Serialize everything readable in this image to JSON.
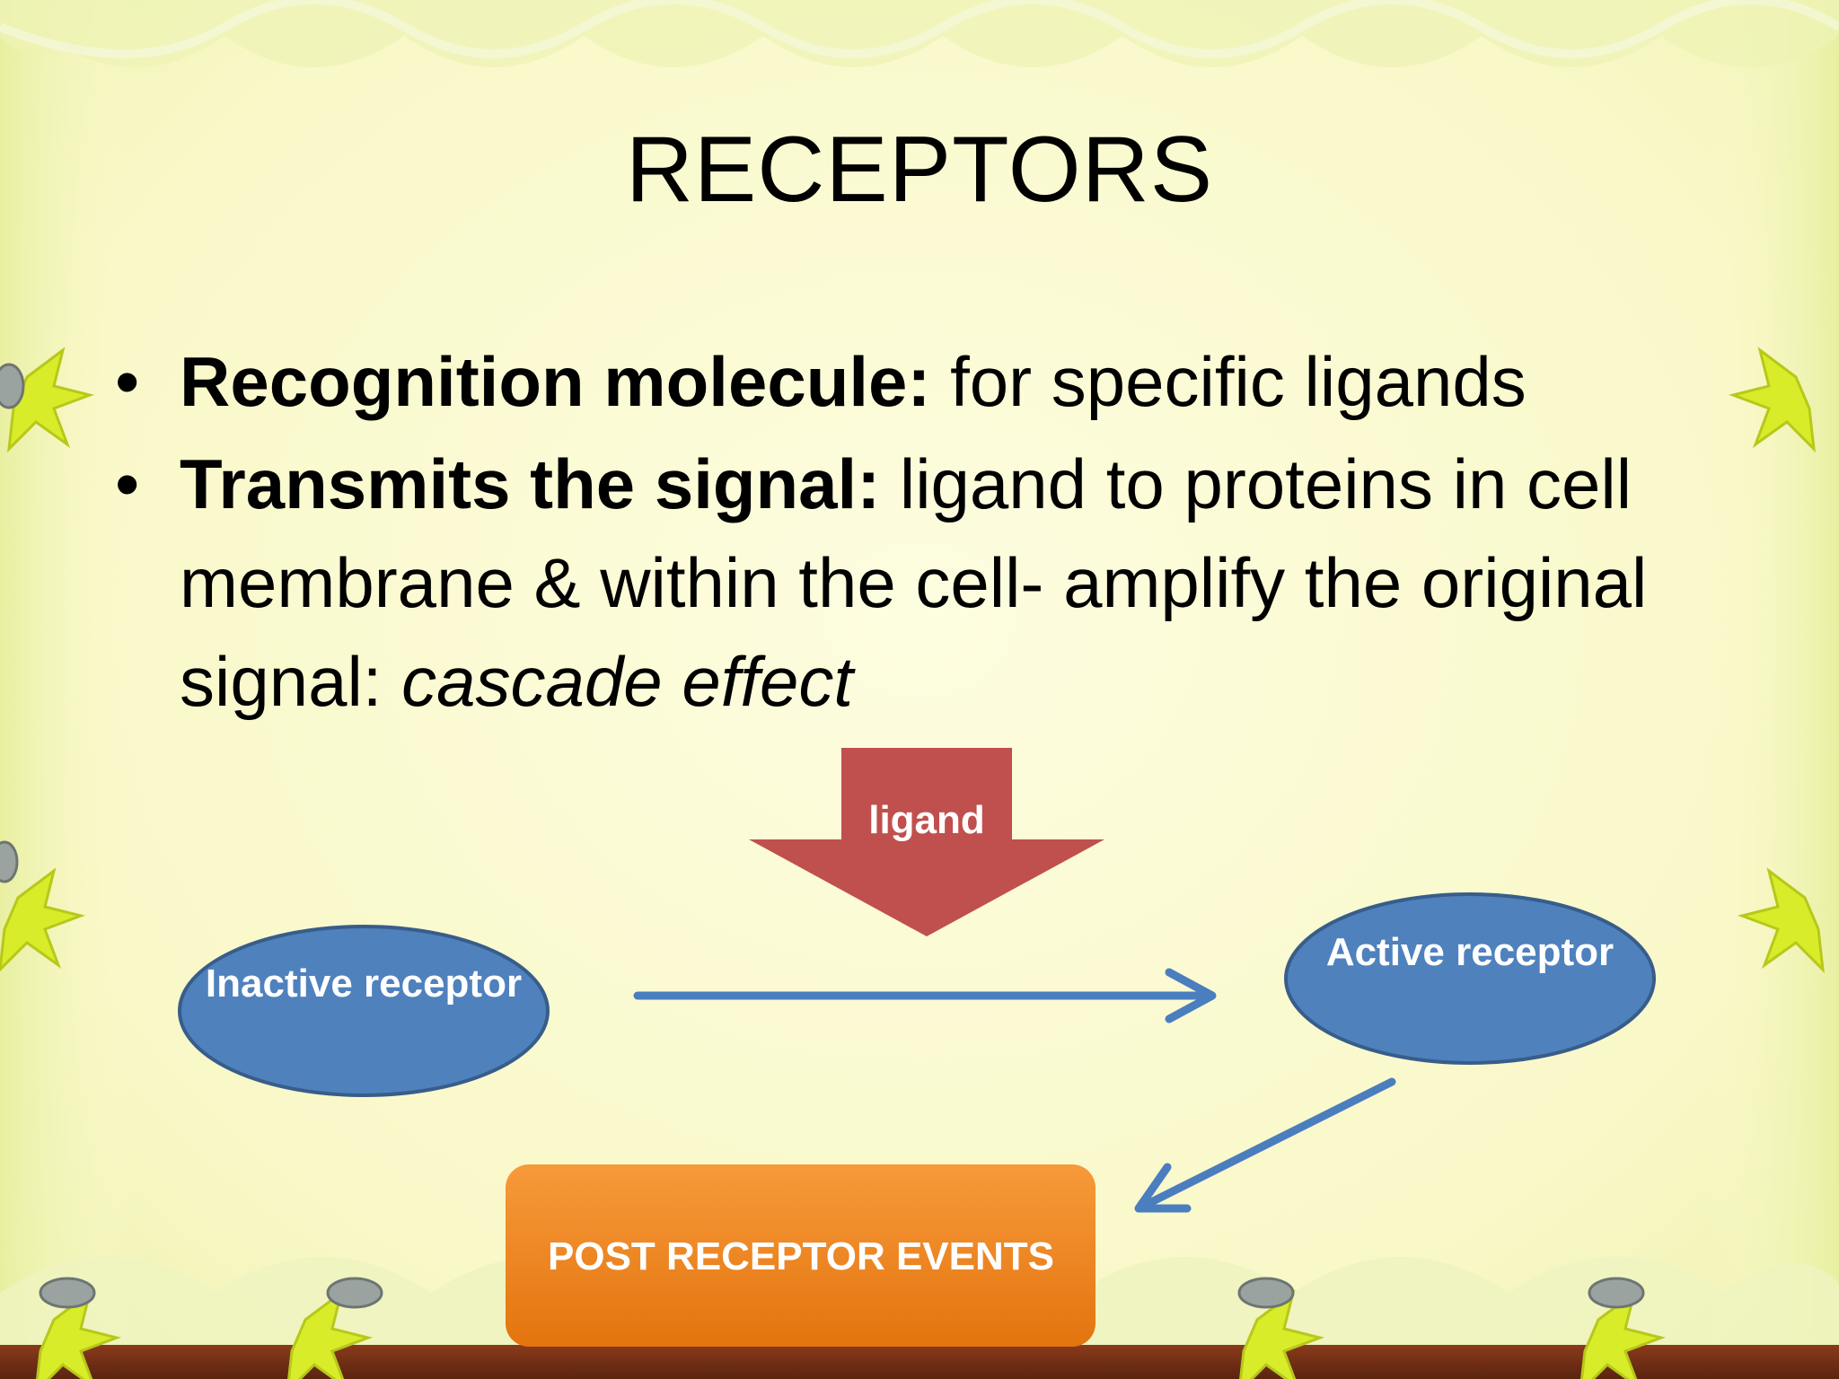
{
  "slide": {
    "title": "RECEPTORS",
    "bullets": [
      {
        "marker": "•",
        "bold": "Recognition molecule:",
        "text": " for specific ligands",
        "italic": ""
      },
      {
        "marker": "•",
        "bold": "Transmits the signal:",
        "text": " ligand to proteins in cell membrane & within the cell- amplify the original signal: ",
        "italic": "cascade effect"
      }
    ]
  },
  "diagram": {
    "ligand_arrow_label": "ligand",
    "inactive_receptor_label": "Inactive receptor",
    "active_receptor_label": "Active receptor",
    "post_receptor_label": "POST RECEPTOR EVENTS",
    "colors": {
      "ligand_arrow": "#c0504d",
      "receptor_fill": "#4f81bd",
      "receptor_border": "#385d8a",
      "flow_arrow": "#4a7ebf",
      "post_box_top": "#f79a3a",
      "post_box_bottom": "#e3740e"
    }
  }
}
